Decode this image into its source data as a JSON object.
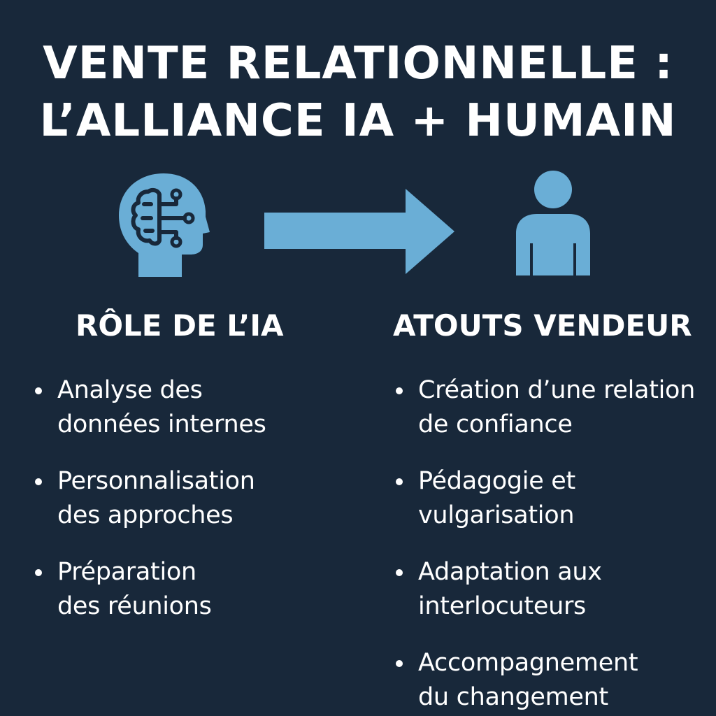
{
  "colors": {
    "background": "#18283a",
    "text": "#ffffff",
    "accent": "#6aaed6"
  },
  "icons": {
    "left": "head-with-brain-circuit-icon",
    "middle": "right-arrow-icon",
    "right": "person-icon"
  },
  "title": {
    "line1": "VENTE RELATIONNELLE :",
    "line2": "L’ALLIANCE IA + HUMAIN"
  },
  "left_column": {
    "heading": "RÔLE DE L’IA",
    "items": [
      {
        "line1": "Analyse des",
        "line2": "données internes"
      },
      {
        "line1": "Personnalisation",
        "line2": "des approches"
      },
      {
        "line1": "Préparation",
        "line2": "des réunions"
      }
    ]
  },
  "right_column": {
    "heading": "ATOUTS VENDEUR",
    "items": [
      {
        "line1": "Création d’une relation",
        "line2": "de confiance"
      },
      {
        "line1": "Pédagogie et",
        "line2": "vulgarisation"
      },
      {
        "line1": "Adaptation aux",
        "line2": "interlocuteurs"
      },
      {
        "line1": "Accompagnement",
        "line2": "du changement"
      }
    ]
  }
}
